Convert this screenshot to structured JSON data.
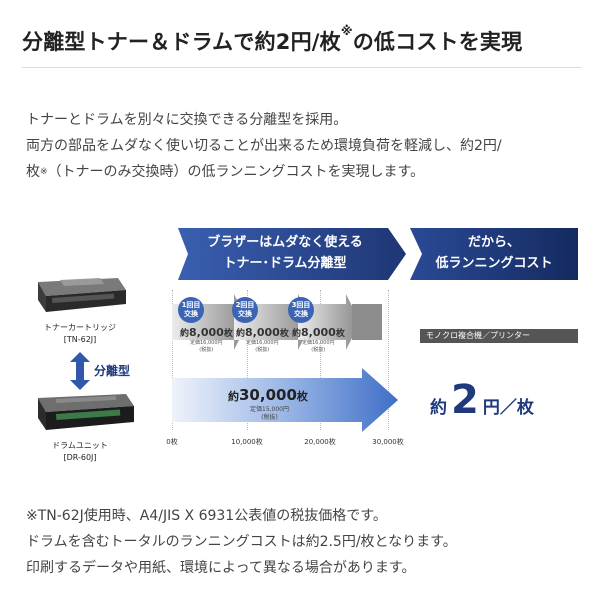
{
  "title": {
    "text": "分離型トナー＆ドラムで約2円/枚",
    "mark": "※",
    "suffix": "の低コストを実現"
  },
  "intro": {
    "line1": "トナーとドラムを別々に交換できる分離型を採用。",
    "line2": "両方の部品をムダなく使い切ることが出来るため環境負荷を軽減し、約2円/",
    "line3_pre": "枚",
    "line3_mark": "※",
    "line3_post": "（トナーのみ交換時）の低ランニングコストを実現します。"
  },
  "banners": {
    "left_line1": "ブラザーはムダなく使える",
    "left_line2": "トナー･ドラム分離型",
    "right_line1": "だから、",
    "right_line2": "低ランニングコスト"
  },
  "products": {
    "toner_line1": "トナーカートリッジ",
    "toner_line2": "[TN-62J]",
    "separate_label": "分離型",
    "drum_line1": "ドラムユニット",
    "drum_line2": "[DR-60J]"
  },
  "stages": [
    {
      "badge1": "1回目",
      "badge2": "交換",
      "pre": "約",
      "num": "8,000",
      "unit": "枚",
      "sub1": "定価16,000円",
      "sub2": "(税抜)"
    },
    {
      "badge1": "2回目",
      "badge2": "交換",
      "pre": "約",
      "num": "8,000",
      "unit": "枚",
      "sub1": "定価16,000円",
      "sub2": "(税抜)"
    },
    {
      "badge1": "3回目",
      "badge2": "交換",
      "pre": "約",
      "num": "8,000",
      "unit": "枚",
      "sub1": "定価16,000円",
      "sub2": "(税抜)"
    }
  ],
  "drum_total": {
    "pre": "約",
    "num": "30,000",
    "unit": "枚",
    "sub1": "定価15,000円",
    "sub2": "(税抜)"
  },
  "axis_ticks": [
    "0枚",
    "10,000枚",
    "20,000枚",
    "30,000枚"
  ],
  "result": {
    "device": "モノクロ複合機／プリンター",
    "pre": "約",
    "num": "2",
    "post": "円／枚"
  },
  "notes": {
    "line1": "※TN-62J使用時、A4/JIS X 6931公表値の税抜価格です。",
    "line2": "ドラムを含むトータルのランニングコストは約2.5円/枚となります。",
    "line3": "印刷するデータや用紙、環境によって異なる場合があります。"
  },
  "colors": {
    "navy": "#1f3a7c",
    "accent_blue": "#3b64b4",
    "gray_arrow": "#8c8c8c"
  }
}
